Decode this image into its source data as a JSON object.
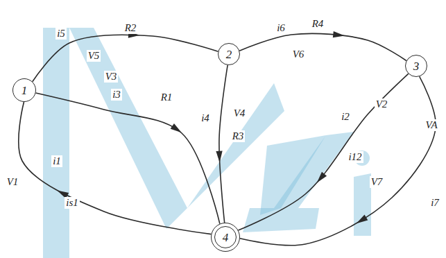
{
  "diagram": {
    "nodes": [
      {
        "text": [
          "1"
        ]
      },
      {
        "text": [
          "2"
        ]
      },
      {
        "text": [
          "3"
        ]
      },
      {
        "text": [
          "4"
        ]
      }
    ],
    "edges": [
      {
        "from": 0,
        "to": 1,
        "arrow": "to",
        "label": "R2"
      },
      {
        "from": 1,
        "to": 2,
        "arrow": "to",
        "label": "R4"
      },
      {
        "from": 0,
        "to": 3,
        "arrow": "to",
        "label": "R1"
      },
      {
        "from": 1,
        "to": 3,
        "arrow": "to",
        "label": "R3"
      },
      {
        "from": 2,
        "to": 3,
        "arrow": "to",
        "label": "V2"
      },
      {
        "from": 2,
        "to": 3,
        "arrow": "to",
        "label": "V7"
      },
      {
        "from": 3,
        "to": 0,
        "arrow": "to",
        "label": "i1"
      }
    ],
    "labels": [
      "i5",
      "V5",
      "i6",
      "V6",
      "V3",
      "i3",
      "i4",
      "V4",
      "i2",
      "i12",
      "VA",
      "i7",
      "V1",
      "is1"
    ]
  }
}
